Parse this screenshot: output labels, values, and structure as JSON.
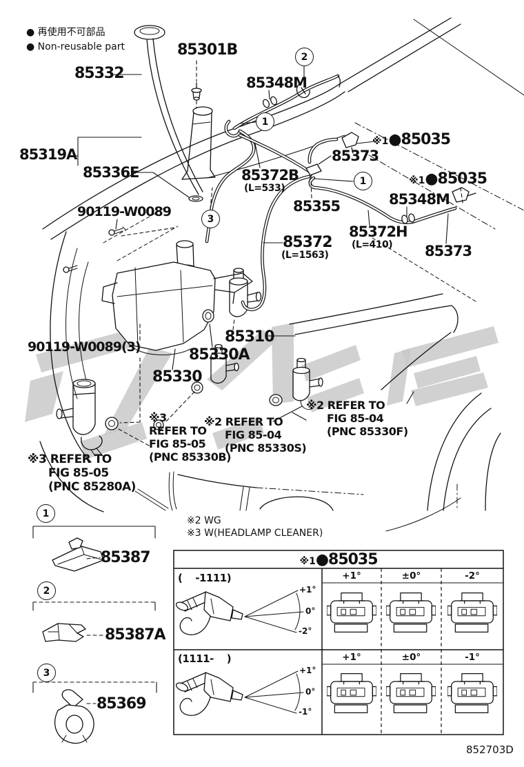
{
  "colors": {
    "ink": "#111111",
    "watermark": "#c9c9c9"
  },
  "legend": {
    "jp": "● 再使用不可部品",
    "en": "● Non-reusable part"
  },
  "labels": {
    "p85332": "85332",
    "p85301B": "85301B",
    "p85348M_a": "85348M",
    "p85319A": "85319A",
    "p85336E": "85336E",
    "p85372B": "85372B",
    "p85372B_len": "(L=533)",
    "p85373_a": "85373",
    "p85035_pre": "※1",
    "p85035_num": "●85035",
    "p85355": "85355",
    "p85348M_b": "85348M",
    "p85372H": "85372H",
    "p85372H_len": "(L=410)",
    "p85373_b": "85373",
    "p90119_a": "90119-W0089",
    "p85372": "85372",
    "p85372_len": "(L=1563)",
    "p90119_b": "90119-W0089(3)",
    "p85310": "85310",
    "p85330A": "85330A",
    "p85330": "85330"
  },
  "callouts": {
    "c1": "1",
    "c2": "2",
    "c3": "3"
  },
  "notes": {
    "a": {
      "l1": "※3 REFER TO",
      "l2": "FIG 85-05",
      "l3": "(PNC 85280A)"
    },
    "b": {
      "l1": "※3",
      "l2": "REFER TO",
      "l3": "FIG 85-05",
      "l4": "(PNC 85330B)"
    },
    "s": {
      "l1": "※2 REFER TO",
      "l2": "FIG 85-04",
      "l3": "(PNC 85330S)"
    },
    "f": {
      "l1": "※2 REFER TO",
      "l2": "FIG 85-04",
      "l3": "(PNC 85330F)"
    }
  },
  "footnotes": {
    "f2": "※2 WG",
    "f3": "※3 W(HEADLAMP CLEANER)"
  },
  "legend_items": [
    {
      "num": "1",
      "part": "85387"
    },
    {
      "num": "2",
      "part": "85387A"
    },
    {
      "num": "3",
      "part": "85369"
    }
  ],
  "table": {
    "title_pre": "※1",
    "title_num": "●85035",
    "rows": [
      {
        "range": "(    -1111)",
        "cols": [
          "+1°",
          "±0°",
          "-2°"
        ],
        "fan": [
          "+1°",
          "0°",
          "-2°"
        ]
      },
      {
        "range": "(1111-    )",
        "cols": [
          "+1°",
          "±0°",
          "-1°"
        ],
        "fan": [
          "+1°",
          "0°",
          "-1°"
        ]
      }
    ]
  },
  "doc_number": "852703D"
}
